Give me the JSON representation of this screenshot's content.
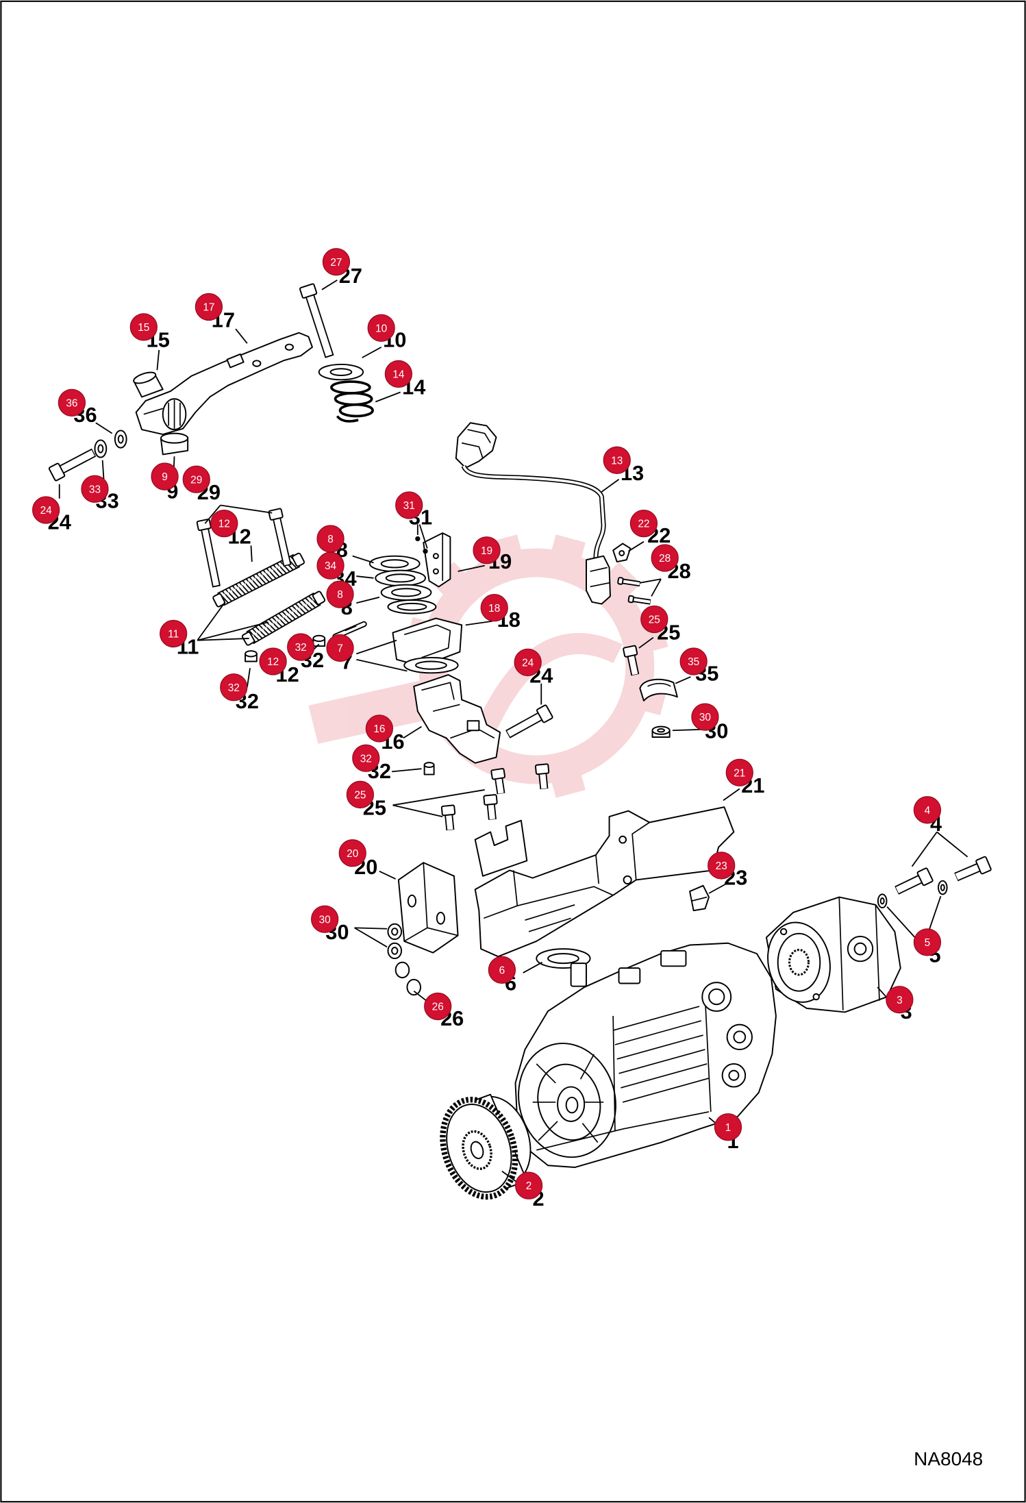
{
  "drawing_code": "NA8048",
  "callouts": [
    "27",
    "17",
    "15",
    "10",
    "14",
    "36",
    "9",
    "29",
    "33",
    "24",
    "13",
    "31",
    "12",
    "22",
    "8",
    "19",
    "28",
    "34",
    "8",
    "18",
    "25",
    "11",
    "32",
    "7",
    "12",
    "24",
    "35",
    "32",
    "30",
    "16",
    "32",
    "21",
    "25",
    "4",
    "20",
    "23",
    "30",
    "5",
    "6",
    "26",
    "3",
    "1",
    "2"
  ],
  "badges": [
    "27",
    "17",
    "15",
    "10",
    "14",
    "36",
    "9",
    "29",
    "33",
    "24",
    "13",
    "31",
    "12",
    "22",
    "8",
    "19",
    "28",
    "34",
    "8",
    "18",
    "25",
    "11",
    "32",
    "7",
    "12",
    "24",
    "35",
    "32",
    "30",
    "16",
    "32",
    "21",
    "25",
    "4",
    "20",
    "23",
    "30",
    "5",
    "6",
    "26",
    "3",
    "1",
    "2"
  ],
  "colors": {
    "badge": "#d2102f",
    "line": "#000000",
    "watermark": "#f2b8bd"
  }
}
